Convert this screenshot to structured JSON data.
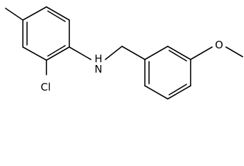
{
  "molecule": {
    "atom_labels": {
      "chlorine": "Cl",
      "amine": "H\nN",
      "amine_h": "H",
      "amine_n": "N",
      "oxygen": "O"
    },
    "colors": {
      "bond": "#000000",
      "label": "#000000",
      "background": "#ffffff"
    }
  }
}
